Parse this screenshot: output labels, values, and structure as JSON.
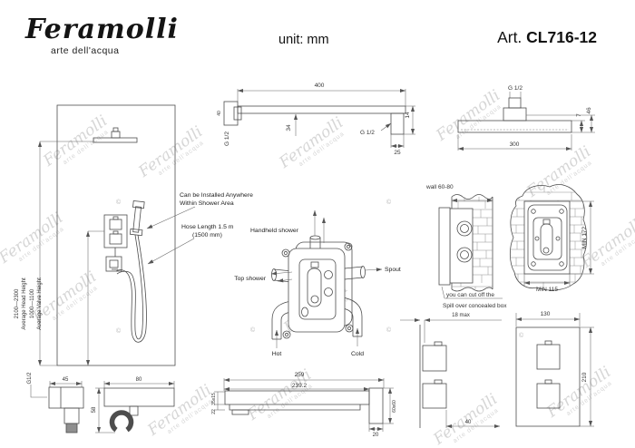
{
  "header": {
    "logo": "Feramolli",
    "tagline": "arte dell'acqua",
    "unit_label": "unit: mm",
    "art_prefix": "Art.",
    "art_code": "CL716-12"
  },
  "watermark": {
    "text": "Feramolli",
    "subtext": "arte dell'acqua",
    "copyright": "©"
  },
  "shower_area": {
    "head_height_range": "2100—2300",
    "head_height_label": "Average Head Height",
    "valve_height_range": "1000—1100",
    "valve_height_label": "Average Valve Height"
  },
  "annotations": {
    "install_anywhere_1": "Can be Installed Anywhere",
    "install_anywhere_2": "Within Shower Area",
    "hose_length_1": "Hose Length 1.5 m",
    "hose_length_2": "(1500 mm)",
    "handheld_shower": "Handheld shower",
    "top_shower": "Top shower",
    "spout": "Spout",
    "hot": "Hot",
    "cold": "Cold"
  },
  "shower_arm": {
    "length": "400",
    "flange": "40",
    "drop": "34",
    "thread": "G 1/2",
    "end_thread": "G 1/2",
    "end_height": "14",
    "end_width": "25"
  },
  "shower_head": {
    "thread": "G 1/2",
    "lip": "7",
    "height": "46",
    "width": "300"
  },
  "concealed_box": {
    "wall_depth": "wall 60-80",
    "cut_note_1": "you can cut off the",
    "cut_note_2": "Spill over concealed box",
    "protrusion": "18 max",
    "min_height": "MIN 172",
    "min_width": "MIN 115",
    "plate_width": "130"
  },
  "spout_drawing": {
    "total_length": "259",
    "body_length": "239.2",
    "cross_section": "35x15",
    "lip": "22",
    "end_section": "60x60",
    "depth": "20"
  },
  "valve_trim": {
    "knob_depth": "40",
    "height": "210"
  },
  "wall_outlet": {
    "thread": "G1/2",
    "width": "45"
  },
  "handheld_holder": {
    "width": "80",
    "height": "58"
  }
}
